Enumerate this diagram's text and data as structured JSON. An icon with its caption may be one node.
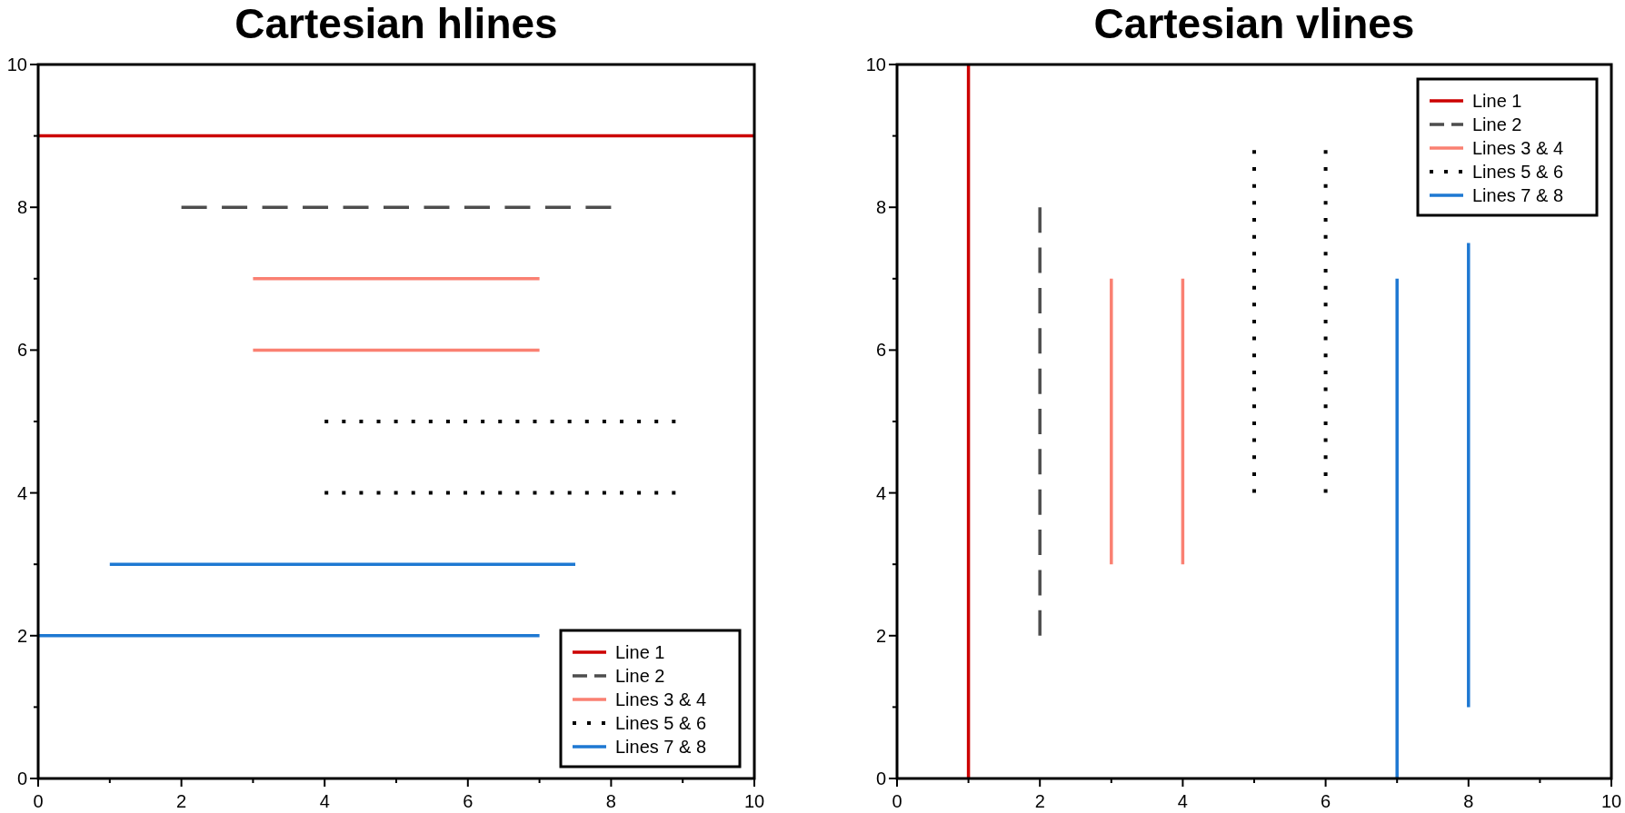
{
  "diagram": {
    "chart_data": [
      {
        "type": "line",
        "title": "Cartesian hlines",
        "xlim": [
          0,
          10
        ],
        "ylim": [
          0,
          10
        ],
        "xticks": [
          0,
          2,
          4,
          6,
          8,
          10
        ],
        "yticks": [
          0,
          2,
          4,
          6,
          8,
          10
        ],
        "legend": true,
        "x": [
          0,
          1,
          2,
          3,
          4,
          7,
          7.5,
          8,
          8.9,
          10
        ],
        "series": [
          {
            "name": "Line 1",
            "color": "#cc0000",
            "values": [
              9,
              9,
              9,
              9,
              9,
              9,
              9,
              9,
              9,
              9
            ]
          },
          {
            "name": "Line 2",
            "color": "#4d4d4d",
            "line_style": "dashed",
            "values": [
              null,
              null,
              8,
              8,
              8,
              8,
              8,
              8,
              null,
              null
            ]
          },
          {
            "name": "Lines 3 & 4",
            "color": "#fa8072",
            "values": [
              null,
              null,
              null,
              7,
              7,
              7,
              null,
              null,
              null,
              null
            ]
          },
          {
            "color": "#fa8072",
            "values": [
              null,
              null,
              null,
              6,
              6,
              6,
              null,
              null,
              null,
              null
            ]
          },
          {
            "name": "Lines 5 & 6",
            "color": "#000000",
            "line_style": "dotted",
            "values": [
              null,
              null,
              null,
              null,
              5,
              5,
              5,
              5,
              5,
              null
            ]
          },
          {
            "color": "#000000",
            "line_style": "dotted",
            "values": [
              null,
              null,
              null,
              null,
              4,
              4,
              4,
              4,
              4,
              null
            ]
          },
          {
            "name": "Lines 7 & 8",
            "color": "#1e78d2",
            "values": [
              null,
              3,
              3,
              3,
              3,
              3,
              3,
              null,
              null,
              null
            ]
          },
          {
            "color": "#1e78d2",
            "values": [
              2,
              2,
              2,
              2,
              2,
              2,
              null,
              null,
              null,
              null
            ]
          }
        ]
      },
      {
        "type": "line",
        "title": "Cartesian vlines",
        "orientation": "horizontal",
        "xlim": [
          0,
          10
        ],
        "ylim": [
          0,
          10
        ],
        "xticks": [
          0,
          2,
          4,
          6,
          8,
          10
        ],
        "yticks": [
          0,
          2,
          4,
          6,
          8,
          10
        ],
        "legend": true,
        "x": [
          0,
          1,
          2,
          3,
          4,
          7,
          7.5,
          8,
          8.8,
          10
        ],
        "series": [
          {
            "name": "Line 1",
            "color": "#cc0000",
            "values": [
              1,
              1,
              1,
              1,
              1,
              1,
              1,
              1,
              1,
              1
            ]
          },
          {
            "name": "Line 2",
            "color": "#4d4d4d",
            "line_style": "dashed",
            "values": [
              null,
              null,
              2,
              2,
              2,
              2,
              2,
              2,
              null,
              null
            ]
          },
          {
            "name": "Lines 3 & 4",
            "color": "#fa8072",
            "values": [
              null,
              null,
              null,
              3,
              3,
              3,
              null,
              null,
              null,
              null
            ]
          },
          {
            "color": "#fa8072",
            "values": [
              null,
              null,
              null,
              4,
              4,
              4,
              null,
              null,
              null,
              null
            ]
          },
          {
            "name": "Lines 5 & 6",
            "color": "#000000",
            "line_style": "dotted",
            "values": [
              null,
              null,
              null,
              null,
              5,
              5,
              5,
              5,
              5,
              null
            ]
          },
          {
            "color": "#000000",
            "line_style": "dotted",
            "values": [
              null,
              null,
              null,
              null,
              6,
              6,
              6,
              6,
              6,
              null
            ]
          },
          {
            "name": "Lines 7 & 8",
            "color": "#1e78d2",
            "values": [
              7,
              7,
              7,
              7,
              7,
              7,
              null,
              null,
              null,
              null
            ]
          },
          {
            "color": "#1e78d2",
            "values": [
              null,
              8,
              8,
              8,
              8,
              8,
              8,
              null,
              null,
              null
            ]
          }
        ]
      }
    ]
  }
}
